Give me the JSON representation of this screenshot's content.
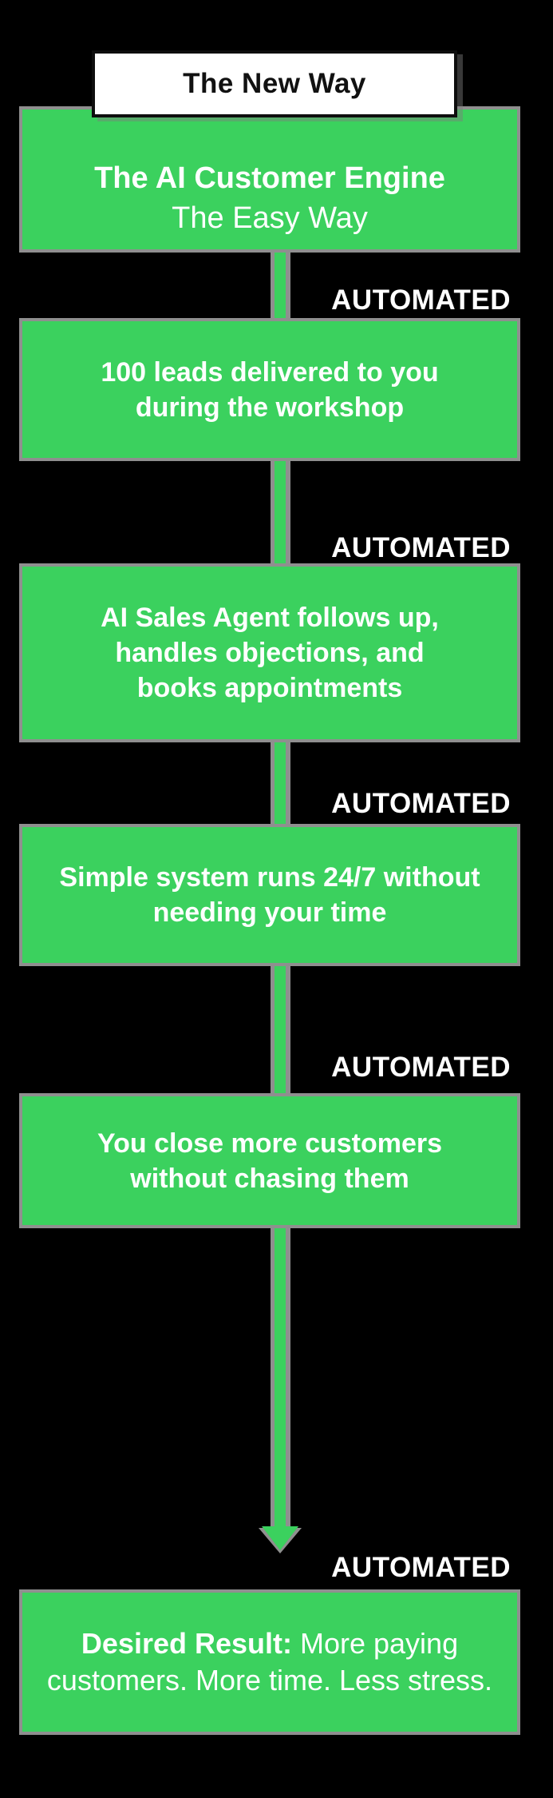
{
  "infographic": {
    "title": "The New Way",
    "automated_label": "AUTOMATED",
    "steps": {
      "engine": {
        "line1": "The AI Customer Engine",
        "line2": "The Easy Way"
      },
      "leads": {
        "line1": "100 leads delivered to you",
        "line2": "during the workshop"
      },
      "agent": {
        "line1": "AI Sales Agent follows up,",
        "line2": "handles objections, and",
        "line3": "books appointments"
      },
      "system": {
        "line1": "Simple system runs 24/7 without",
        "line2": "needing your time"
      },
      "close": {
        "line1": "You close more customers",
        "line2": "without chasing them"
      },
      "result": {
        "line1_bold": "Desired Result:",
        "line1_rest": " More paying",
        "line2": "customers. More time. Less stress."
      }
    },
    "colors": {
      "green": "#3bd15e",
      "gray": "#8f8f8f",
      "background": "#000000",
      "text_white": "#ffffff",
      "title_text": "#111111"
    }
  }
}
